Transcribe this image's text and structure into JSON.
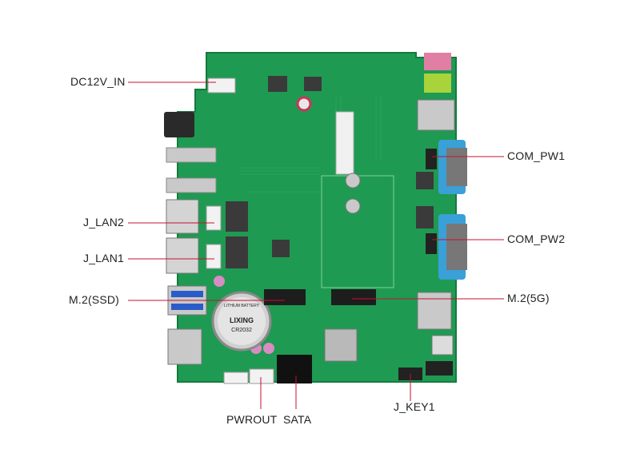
{
  "labels": {
    "dc12v_in": "DC12V_IN",
    "j_lan2": "J_LAN2",
    "j_lan1": "J_LAN1",
    "m2_ssd": "M.2(SSD)",
    "com_pw1": "COM_PW1",
    "com_pw2": "COM_PW2",
    "m2_5g": "M.2(5G)",
    "j_key1": "J_KEY1",
    "pwrout": "PWROUT",
    "sata": "SATA"
  },
  "board_text": {
    "battery_brand": "LIXING",
    "battery_model": "CR2032",
    "battery_note": "LITHIUM BATTERY"
  },
  "colors": {
    "pcb": "#1f9a52",
    "pcb_dark": "#157a3f",
    "leader_line": "#c8102e",
    "com_port": "#3aa0d8",
    "usb_blue": "#2a5cc9"
  }
}
